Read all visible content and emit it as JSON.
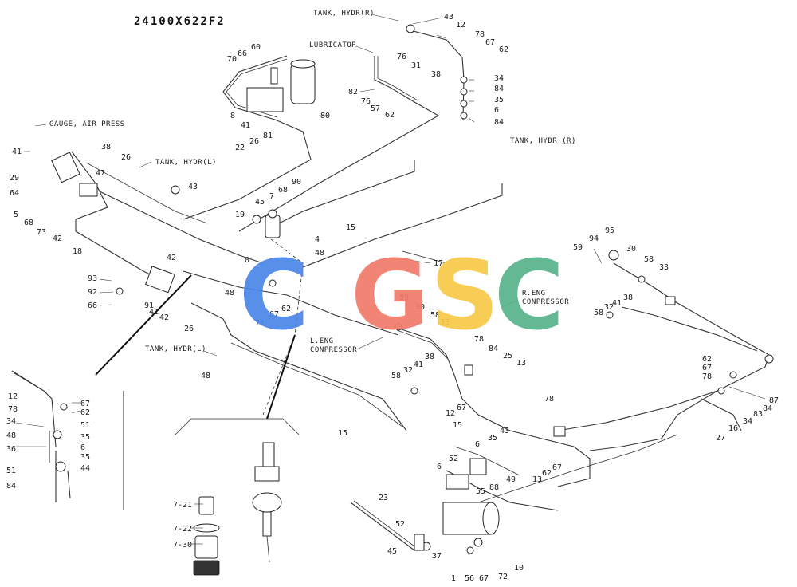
{
  "diagram_code": "24100X622F2",
  "captions": {
    "tank_hydr_r_top": "TANK, HYDR(R)",
    "lubricator": "LUBRICATOR",
    "gauge_air_press": "GAUGE, AIR PRESS",
    "tank_hydr_l_top": "TANK, HYDR(L)",
    "tank_hydr_r_right": "TANK, HYDR (R)",
    "r_eng_compressor_1": "R.ENG",
    "r_eng_compressor_2": "CONPRESSOR",
    "l_eng_compressor_1": "L.ENG",
    "l_eng_compressor_2": "CONPRESSOR",
    "tank_hydr_l_bottom": "TANK, HYDR(L)"
  },
  "watermark": {
    "letters": [
      "C",
      "G",
      "S",
      "C"
    ],
    "colors": [
      "#4a86e8",
      "#f07a6a",
      "#f7c948",
      "#57b38a"
    ]
  },
  "callouts": [
    {
      "id": "c-43a",
      "text": "43"
    },
    {
      "id": "c-12a",
      "text": "12"
    },
    {
      "id": "c-78a",
      "text": "78"
    },
    {
      "id": "c-67a",
      "text": "67"
    },
    {
      "id": "c-62a",
      "text": "62"
    },
    {
      "id": "c-34a",
      "text": "34"
    },
    {
      "id": "c-84a",
      "text": "84"
    },
    {
      "id": "c-35a",
      "text": "35"
    },
    {
      "id": "c-6a",
      "text": "6"
    },
    {
      "id": "c-84b",
      "text": "84"
    },
    {
      "id": "c-76a",
      "text": "76"
    },
    {
      "id": "c-31",
      "text": "31"
    },
    {
      "id": "c-38a",
      "text": "38"
    },
    {
      "id": "c-82",
      "text": "82"
    },
    {
      "id": "c-76b",
      "text": "76"
    },
    {
      "id": "c-57",
      "text": "57"
    },
    {
      "id": "c-62b",
      "text": "62"
    },
    {
      "id": "c-70",
      "text": "70"
    },
    {
      "id": "c-66a",
      "text": "66"
    },
    {
      "id": "c-60",
      "text": "60"
    },
    {
      "id": "c-80",
      "text": "80"
    },
    {
      "id": "c-8a",
      "text": "8"
    },
    {
      "id": "c-41a",
      "text": "41"
    },
    {
      "id": "c-22",
      "text": "22"
    },
    {
      "id": "c-26a",
      "text": "26"
    },
    {
      "id": "c-81",
      "text": "81"
    },
    {
      "id": "c-41b",
      "text": "41"
    },
    {
      "id": "c-38b",
      "text": "38"
    },
    {
      "id": "c-26b",
      "text": "26"
    },
    {
      "id": "c-29",
      "text": "29"
    },
    {
      "id": "c-64",
      "text": "64"
    },
    {
      "id": "c-47",
      "text": "47"
    },
    {
      "id": "c-43b",
      "text": "43"
    },
    {
      "id": "c-5",
      "text": "5"
    },
    {
      "id": "c-68a",
      "text": "68"
    },
    {
      "id": "c-73",
      "text": "73"
    },
    {
      "id": "c-42a",
      "text": "42"
    },
    {
      "id": "c-18",
      "text": "18"
    },
    {
      "id": "c-90",
      "text": "90"
    },
    {
      "id": "c-68b",
      "text": "68"
    },
    {
      "id": "c-7a",
      "text": "7"
    },
    {
      "id": "c-45a",
      "text": "45"
    },
    {
      "id": "c-19",
      "text": "19"
    },
    {
      "id": "c-15a",
      "text": "15"
    },
    {
      "id": "c-4",
      "text": "4"
    },
    {
      "id": "c-48a",
      "text": "48"
    },
    {
      "id": "c-42b",
      "text": "42"
    },
    {
      "id": "c-8b",
      "text": "8"
    },
    {
      "id": "c-48b",
      "text": "48"
    },
    {
      "id": "c-17",
      "text": "17"
    },
    {
      "id": "c-93",
      "text": "93"
    },
    {
      "id": "c-92",
      "text": "92"
    },
    {
      "id": "c-66b",
      "text": "66"
    },
    {
      "id": "c-91",
      "text": "91"
    },
    {
      "id": "c-41c",
      "text": "41"
    },
    {
      "id": "c-42c",
      "text": "42"
    },
    {
      "id": "c-67b",
      "text": "67"
    },
    {
      "id": "c-62c",
      "text": "62"
    },
    {
      "id": "c-71",
      "text": "71"
    },
    {
      "id": "c-26c",
      "text": "26"
    },
    {
      "id": "c-48c",
      "text": "48"
    },
    {
      "id": "c-59a",
      "text": "59"
    },
    {
      "id": "c-30a",
      "text": "30"
    },
    {
      "id": "c-58a",
      "text": "58"
    },
    {
      "id": "c-33a",
      "text": "33"
    },
    {
      "id": "c-78b",
      "text": "78"
    },
    {
      "id": "c-84c",
      "text": "84"
    },
    {
      "id": "c-25",
      "text": "25"
    },
    {
      "id": "c-13a",
      "text": "13"
    },
    {
      "id": "c-58b",
      "text": "58"
    },
    {
      "id": "c-32a",
      "text": "32"
    },
    {
      "id": "c-41d",
      "text": "41"
    },
    {
      "id": "c-38c",
      "text": "38"
    },
    {
      "id": "c-12b",
      "text": "12"
    },
    {
      "id": "c-67c",
      "text": "67"
    },
    {
      "id": "c-15b",
      "text": "15"
    },
    {
      "id": "c-15c",
      "text": "15"
    },
    {
      "id": "c-6b",
      "text": "6"
    },
    {
      "id": "c-35b",
      "text": "35"
    },
    {
      "id": "c-43c",
      "text": "43"
    },
    {
      "id": "c-52a",
      "text": "52"
    },
    {
      "id": "c-6c",
      "text": "6"
    },
    {
      "id": "c-55",
      "text": "55"
    },
    {
      "id": "c-49",
      "text": "49"
    },
    {
      "id": "c-88",
      "text": "88"
    },
    {
      "id": "c-13b",
      "text": "13"
    },
    {
      "id": "c-62d",
      "text": "62"
    },
    {
      "id": "c-67d",
      "text": "67"
    },
    {
      "id": "c-78c",
      "text": "78"
    },
    {
      "id": "c-23",
      "text": "23"
    },
    {
      "id": "c-52b",
      "text": "52"
    },
    {
      "id": "c-45b",
      "text": "45"
    },
    {
      "id": "c-37",
      "text": "37"
    },
    {
      "id": "c-1",
      "text": "1"
    },
    {
      "id": "c-56",
      "text": "56"
    },
    {
      "id": "c-67e",
      "text": "67"
    },
    {
      "id": "c-72",
      "text": "72"
    },
    {
      "id": "c-10",
      "text": "10"
    },
    {
      "id": "c-59b",
      "text": "59"
    },
    {
      "id": "c-94",
      "text": "94"
    },
    {
      "id": "c-95",
      "text": "95"
    },
    {
      "id": "c-30b",
      "text": "30"
    },
    {
      "id": "c-58c",
      "text": "58"
    },
    {
      "id": "c-33b",
      "text": "33"
    },
    {
      "id": "c-58d",
      "text": "58"
    },
    {
      "id": "c-32b",
      "text": "32"
    },
    {
      "id": "c-41e",
      "text": "41"
    },
    {
      "id": "c-38d",
      "text": "38"
    },
    {
      "id": "c-62e",
      "text": "62"
    },
    {
      "id": "c-67f",
      "text": "67"
    },
    {
      "id": "c-78d",
      "text": "78"
    },
    {
      "id": "c-87",
      "text": "87"
    },
    {
      "id": "c-84d",
      "text": "84"
    },
    {
      "id": "c-83",
      "text": "83"
    },
    {
      "id": "c-34b",
      "text": "34"
    },
    {
      "id": "c-16",
      "text": "16"
    },
    {
      "id": "c-27",
      "text": "27"
    },
    {
      "id": "c-12c",
      "text": "12"
    },
    {
      "id": "c-78e",
      "text": "78"
    },
    {
      "id": "c-34c",
      "text": "34"
    },
    {
      "id": "c-48d",
      "text": "48"
    },
    {
      "id": "c-36",
      "text": "36"
    },
    {
      "id": "c-51a",
      "text": "51"
    },
    {
      "id": "c-84e",
      "text": "84"
    },
    {
      "id": "c-67g",
      "text": "67"
    },
    {
      "id": "c-62f",
      "text": "62"
    },
    {
      "id": "c-51b",
      "text": "51"
    },
    {
      "id": "c-35c",
      "text": "35"
    },
    {
      "id": "c-6d",
      "text": "6"
    },
    {
      "id": "c-35d",
      "text": "35"
    },
    {
      "id": "c-44",
      "text": "44"
    },
    {
      "id": "c-7-21",
      "text": "7-21"
    },
    {
      "id": "c-7-22",
      "text": "7-22"
    },
    {
      "id": "c-7-30",
      "text": "7-30"
    }
  ]
}
